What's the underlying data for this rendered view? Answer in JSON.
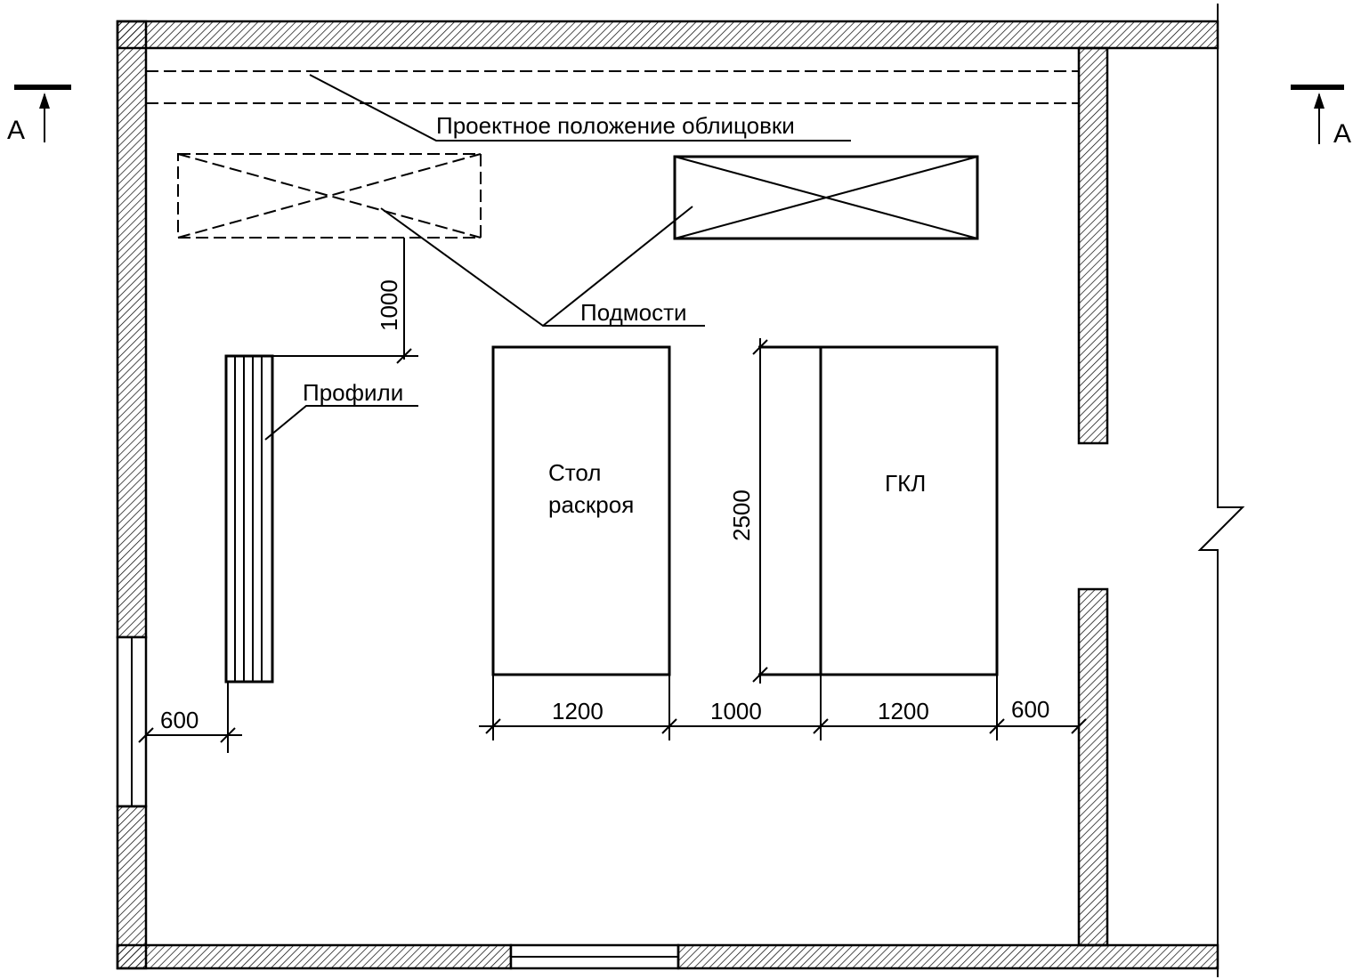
{
  "labels": {
    "cladding": "Проектное положение облицовки",
    "scaffolds": "Подмости",
    "profiles": "Профили",
    "cutting_table_line1": "Стол",
    "cutting_table_line2": "раскроя",
    "gypsum_board": "ГКЛ"
  },
  "section_marks": {
    "left": "А",
    "right": "А"
  },
  "dimensions": {
    "scaffold_to_profiles": "1000",
    "wall_to_profiles": "600",
    "table_width": "1200",
    "gap_table_board": "1000",
    "board_width": "1200",
    "board_to_wall": "600",
    "board_length": "2500"
  },
  "colors": {
    "line": "#000000",
    "hatch": "#000000",
    "background": "#ffffff"
  }
}
